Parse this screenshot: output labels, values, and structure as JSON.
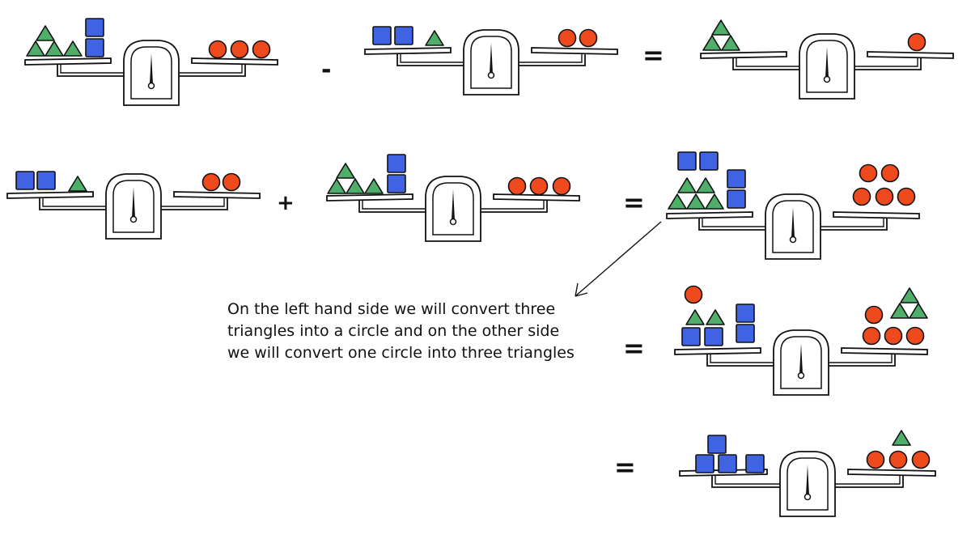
{
  "colors": {
    "square": "#3f63e3",
    "triangle": "#4fae6a",
    "circle": "#ee4a1e",
    "outline": "#111111"
  },
  "operators": {
    "minus": "-",
    "plus": "+",
    "equals": "="
  },
  "note": {
    "lines": [
      "On the left hand side we will convert three",
      "triangles into a circle and on the other side",
      "we will convert one circle into three triangles"
    ]
  },
  "scales": [
    {
      "id": "scale-row1-a",
      "left": {
        "squares": 2,
        "triangles": 4,
        "circles": 0
      },
      "right": {
        "squares": 0,
        "triangles": 0,
        "circles": 3
      }
    },
    {
      "id": "scale-row1-b",
      "left": {
        "squares": 2,
        "triangles": 1,
        "circles": 0
      },
      "right": {
        "squares": 0,
        "triangles": 0,
        "circles": 2
      }
    },
    {
      "id": "scale-row1-result",
      "left": {
        "squares": 0,
        "triangles": 3,
        "circles": 0
      },
      "right": {
        "squares": 0,
        "triangles": 0,
        "circles": 1
      }
    },
    {
      "id": "scale-row2-a",
      "left": {
        "squares": 2,
        "triangles": 1,
        "circles": 0
      },
      "right": {
        "squares": 0,
        "triangles": 0,
        "circles": 2
      }
    },
    {
      "id": "scale-row2-b",
      "left": {
        "squares": 2,
        "triangles": 4,
        "circles": 0
      },
      "right": {
        "squares": 0,
        "triangles": 0,
        "circles": 3
      }
    },
    {
      "id": "scale-row2-result",
      "left": {
        "squares": 4,
        "triangles": 5,
        "circles": 0
      },
      "right": {
        "squares": 0,
        "triangles": 0,
        "circles": 5
      }
    },
    {
      "id": "scale-row3-converted",
      "left": {
        "squares": 4,
        "triangles": 2,
        "circles": 1
      },
      "right": {
        "squares": 0,
        "triangles": 3,
        "circles": 4
      }
    },
    {
      "id": "scale-row4-final",
      "left": {
        "squares": 4,
        "triangles": 0,
        "circles": 0
      },
      "right": {
        "squares": 0,
        "triangles": 1,
        "circles": 3
      }
    }
  ]
}
